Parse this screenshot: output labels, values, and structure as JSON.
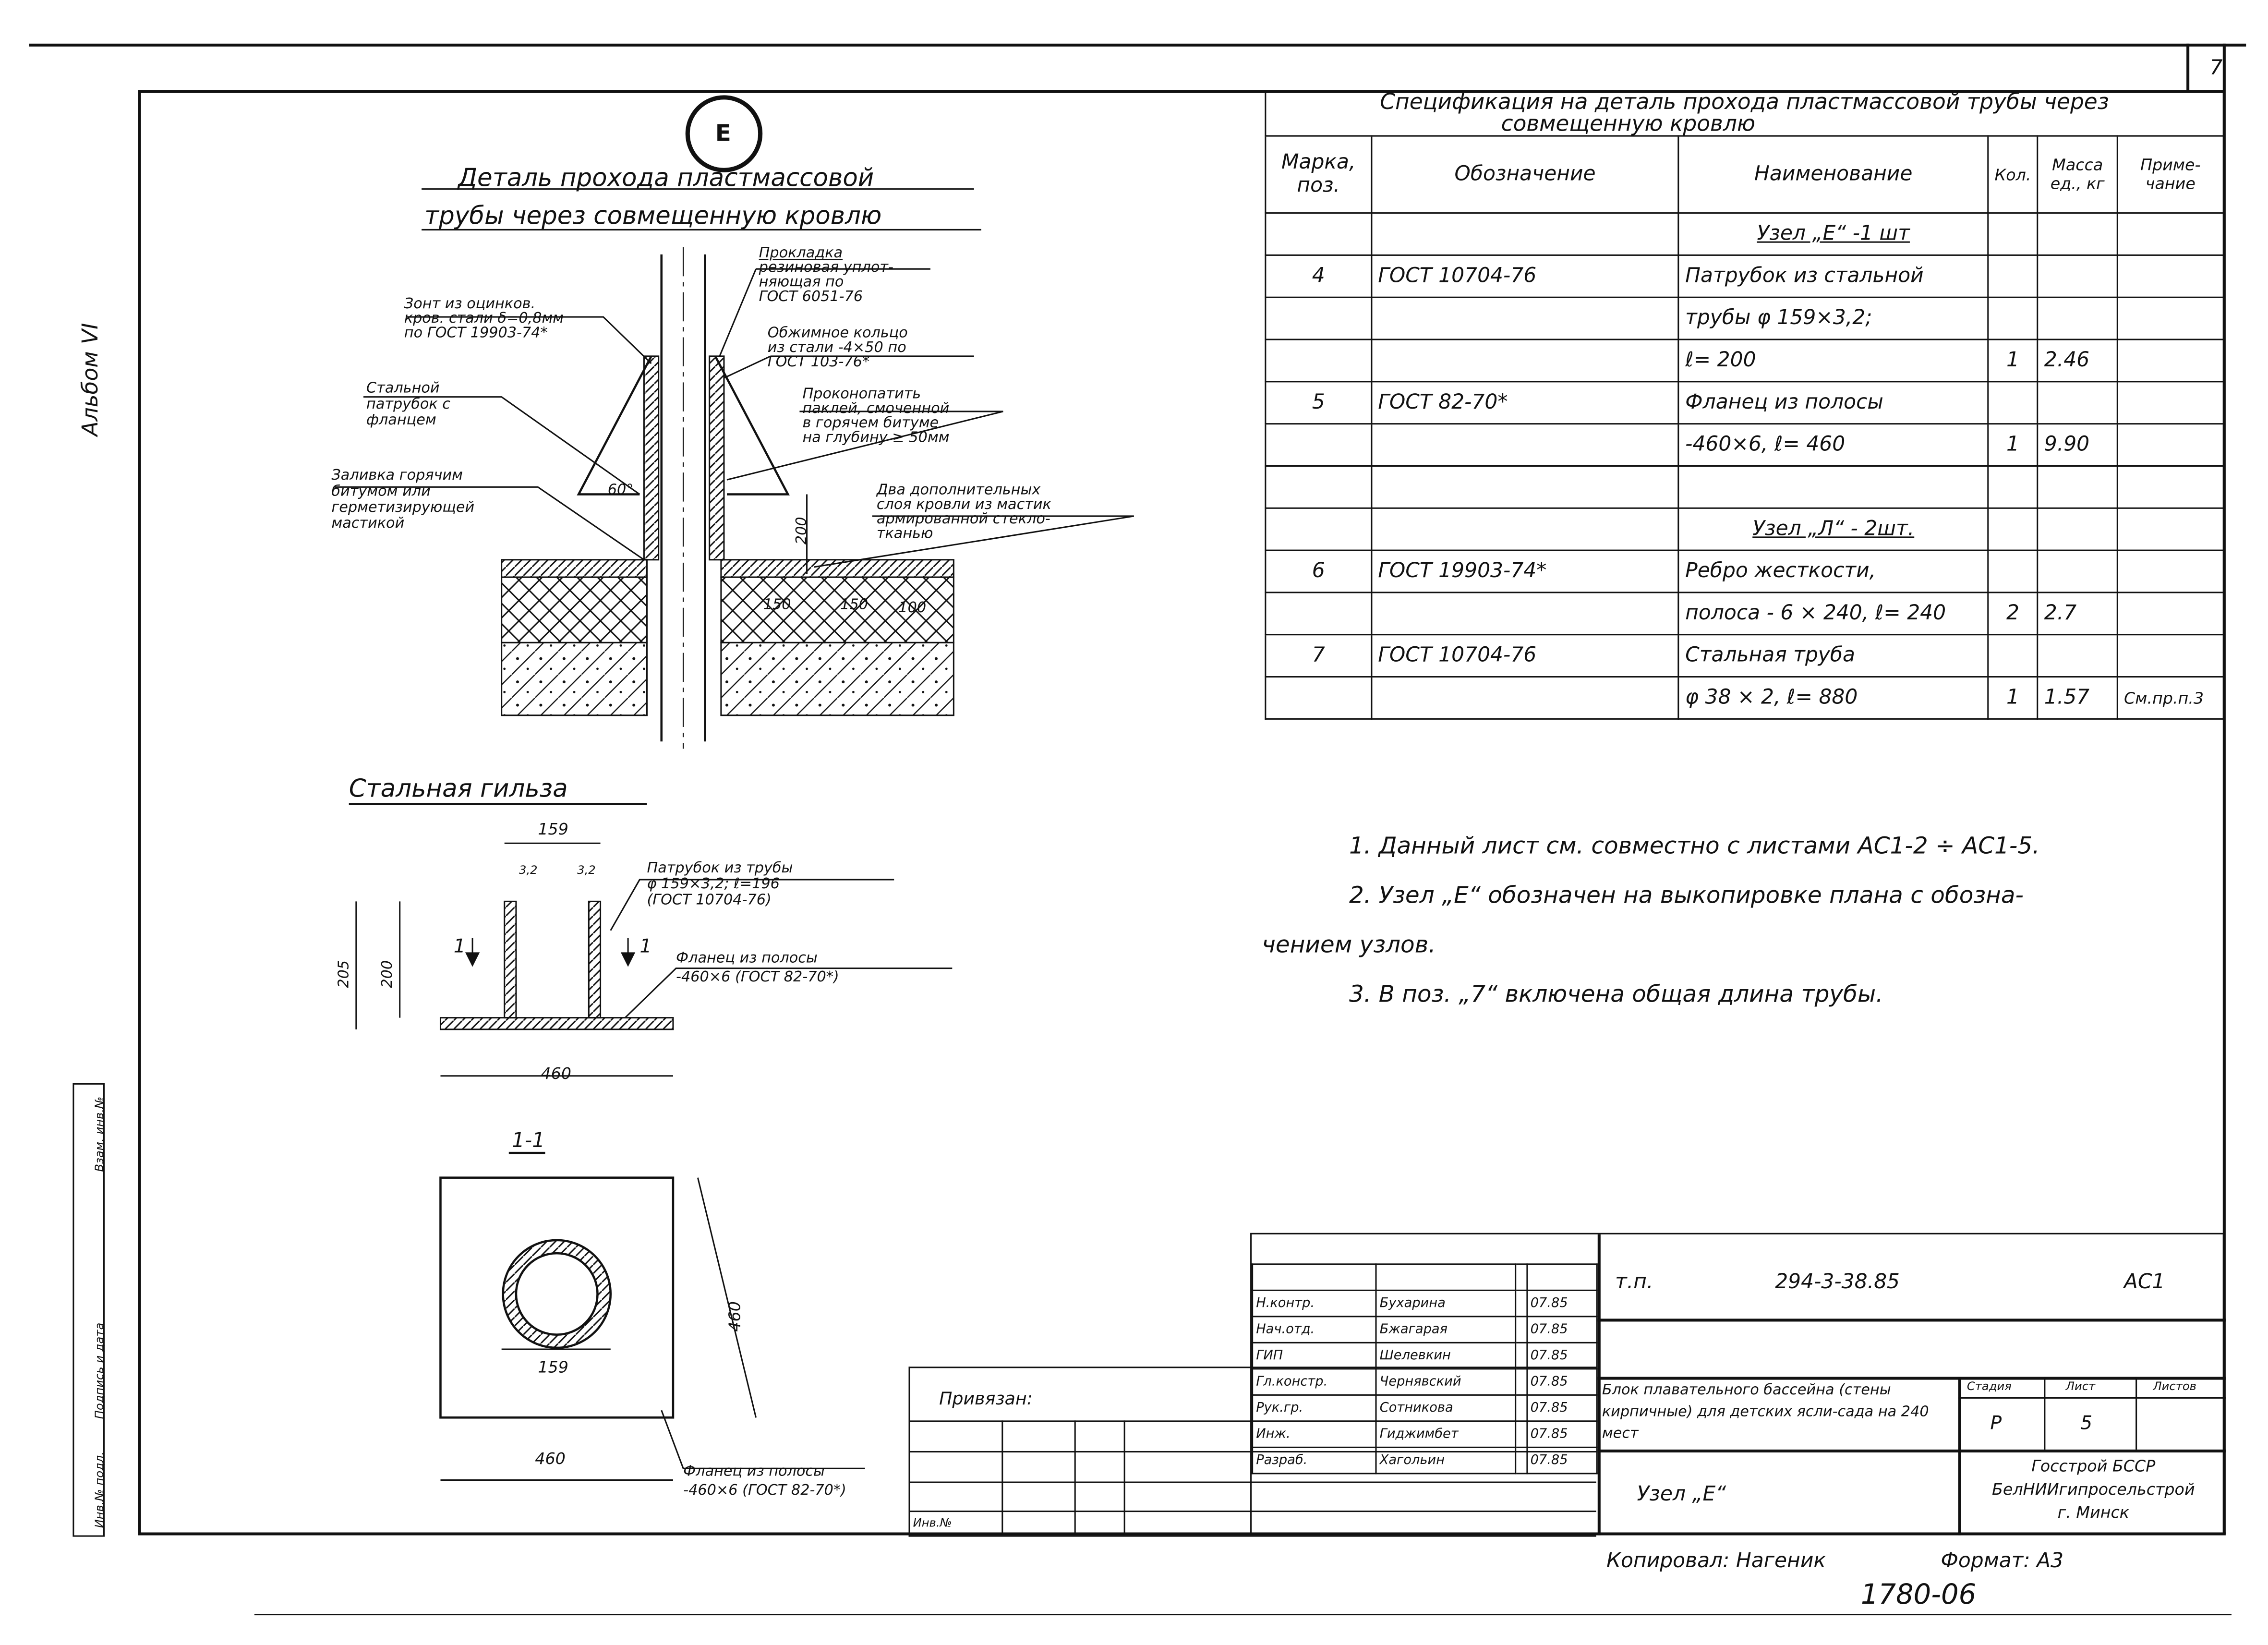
{
  "page_number": "7",
  "album_label": "Альбом VI",
  "stamp_side": [
    "Инв.№ подл.",
    "Подпись и дата",
    "Взам. инв.№"
  ],
  "detail": {
    "marker": "Е",
    "title_line1": "Деталь прохода пластмассовой",
    "title_line2": "трубы через совмещенную кровлю",
    "callouts": [
      "Прокладка",
      "резиновая уплот-",
      "няющая по",
      "ГОСТ 6051-76",
      "Зонт из оцинков.",
      "кров. стали δ=0,8мм",
      "по ГОСТ 19903-74*",
      "Обжимное кольцо",
      "из стали -4×50 по",
      "ГОСТ 103-76*",
      "Стальной",
      "патрубок с",
      "фланцем",
      "Проконопатить",
      "паклей, смоченной",
      "в горячем битуме",
      "на глубину ≥ 50мм",
      "Заливка горячим",
      "битумом или",
      "герметизирующей",
      "мастикой",
      "Два дополнительных",
      "слоя кровли из мастик",
      "армированной стекло-",
      "тканью"
    ],
    "angle": "60°",
    "dims": [
      "200",
      "150",
      "150",
      "100"
    ]
  },
  "sleeve": {
    "title": "Стальная гильза",
    "dims": [
      "159",
      "3,2",
      "3,2",
      "205",
      "200",
      "460"
    ],
    "section_mark": "1",
    "callout1": [
      "Патрубок из трубы",
      "φ 159×3,2; ℓ=196",
      "(ГОСТ 10704-76)"
    ],
    "callout2": [
      "Фланец из полосы",
      "-460×6 (ГОСТ 82-70*)"
    ]
  },
  "section": {
    "title": "1-1",
    "dims": [
      "159",
      "460",
      "460"
    ],
    "callout": [
      "Фланец из полосы",
      "-460×6 (ГОСТ 82-70*)"
    ]
  },
  "spec": {
    "title_line1": "Спецификация на деталь прохода пластмассовой трубы через",
    "title_line2": "совмещенную кровлю",
    "headers": [
      "Марка, поз.",
      "Обозначение",
      "Наименование",
      "Кол.",
      "Масса ед., кг",
      "Приме- чание"
    ],
    "rows": [
      [
        "",
        "",
        "Узел „Е“ -1 шт",
        "",
        "",
        ""
      ],
      [
        "4",
        "ГОСТ 10704-76",
        "Патрубок из стальной",
        "",
        "",
        ""
      ],
      [
        "",
        "",
        "трубы φ 159×3,2;",
        "",
        "",
        ""
      ],
      [
        "",
        "",
        "ℓ= 200",
        "1",
        "2.46",
        ""
      ],
      [
        "5",
        "ГОСТ 82-70*",
        "Фланец из полосы",
        "",
        "",
        ""
      ],
      [
        "",
        "",
        "-460×6, ℓ= 460",
        "1",
        "9.90",
        ""
      ],
      [
        "",
        "",
        "",
        "",
        "",
        ""
      ],
      [
        "",
        "",
        "Узел „Л“ - 2шт.",
        "",
        "",
        ""
      ],
      [
        "6",
        "ГОСТ 19903-74*",
        "Ребро жесткости,",
        "",
        "",
        ""
      ],
      [
        "",
        "",
        "полоса - 6 × 240, ℓ= 240",
        "2",
        "2.7",
        ""
      ],
      [
        "7",
        "ГОСТ 10704-76",
        "Стальная труба",
        "",
        "",
        ""
      ],
      [
        "",
        "",
        "φ 38 × 2, ℓ= 880",
        "1",
        "1.57",
        "См.пр.п.3"
      ]
    ]
  },
  "notes": [
    "1. Данный лист см. совместно с листами АС1-2 ÷ АС1-5.",
    "2. Узел „Е“ обозначен на выкопировке плана с обозна-",
    "чением узлов.",
    "3. В поз. „7“ включена общая длина трубы."
  ],
  "title_block": {
    "project_code": "т.п.",
    "project_number": "294-3-38.85",
    "sheet_code": "АС1",
    "staff": [
      [
        "Н.контр.",
        "Бухарина",
        "",
        "07.85"
      ],
      [
        "Нач.отд.",
        "Бжагарая",
        "",
        "07.85"
      ],
      [
        "ГИП",
        "Шелевкин",
        "",
        "07.85"
      ],
      [
        "Гл.констр.",
        "Чернявский",
        "",
        "07.85"
      ],
      [
        "Рук.гр.",
        "Сотникова",
        "",
        "07.85"
      ],
      [
        "Инж.",
        "Гиджимбет",
        "",
        "07.85"
      ],
      [
        "Разраб.",
        "Хагольин",
        "",
        "07.85"
      ]
    ],
    "building": "Блок плавательного бассейна (стены кирпичные) для детских ясли-сада на 240 мест",
    "stage_h": "Стадия",
    "sheet_h": "Лист",
    "sheets_h": "Листов",
    "stage": "Р",
    "sheet": "5",
    "sheets": "",
    "drawing_name": "Узел „Е“",
    "org": [
      "Госстрой БССР",
      "БелНИИгипросельстрой",
      "г. Минск"
    ],
    "attached": "Привязан:",
    "inv": "Инв.№"
  },
  "footer": {
    "copied": "Копировал: Нагеник",
    "format": "Формат: А3",
    "code": "1780-06"
  }
}
